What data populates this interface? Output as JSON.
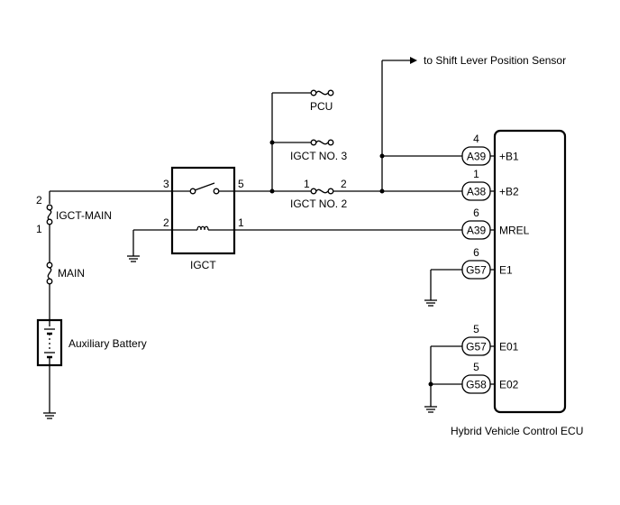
{
  "external_label": "to Shift Lever Position Sensor",
  "fuses": {
    "pcu": "PCU",
    "igct_no3": "IGCT NO. 3",
    "igct_no2": "IGCT NO. 2",
    "igct_no2_pin1": "1",
    "igct_no2_pin2": "2",
    "igct_main": "IGCT-MAIN",
    "igct_main_pin2": "2",
    "igct_main_pin1": "1",
    "main": "MAIN"
  },
  "battery": {
    "label": "Auxiliary Battery"
  },
  "relay": {
    "label": "IGCT",
    "pin3": "3",
    "pin5": "5",
    "pin2": "2",
    "pin1": "1"
  },
  "ecu": {
    "label": "Hybrid Vehicle Control ECU",
    "pins": [
      {
        "connector": "A39",
        "pin": "4",
        "name": "+B1"
      },
      {
        "connector": "A38",
        "pin": "1",
        "name": "+B2"
      },
      {
        "connector": "A39",
        "pin": "6",
        "name": "MREL"
      },
      {
        "connector": "G57",
        "pin": "6",
        "name": "E1"
      },
      {
        "connector": "G57",
        "pin": "5",
        "name": "E01"
      },
      {
        "connector": "G58",
        "pin": "5",
        "name": "E02"
      }
    ]
  }
}
